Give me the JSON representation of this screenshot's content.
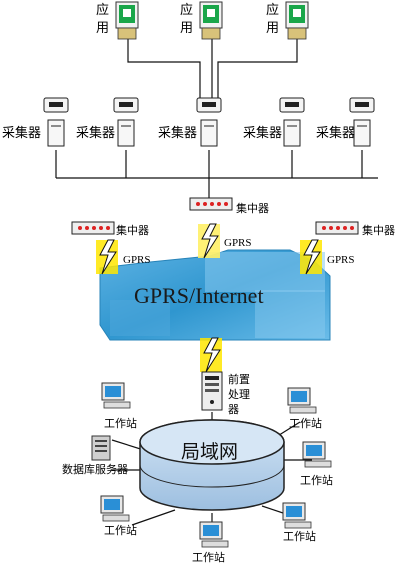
{
  "labels": {
    "app": [
      "应",
      "用"
    ],
    "collector": "采集器",
    "concentrator": "集中器",
    "gprs": "GPRS",
    "network": "GPRS/Internet",
    "front_processor": [
      "前置",
      "处理",
      "器"
    ],
    "lan": "局域网",
    "workstation": "工作站",
    "db_server": "数据库服务器"
  },
  "colors": {
    "line": "#111111",
    "network_blue": "#2f96cf",
    "network_light": "#7fc4ec",
    "lightning_yellow": "#ffe600",
    "app_screen_green": "#1aa64a",
    "app_panel_beige": "#d8c27a",
    "lan_fill": "#b9d3ec"
  },
  "icons": [
    "application-terminal-icon",
    "collector-icon",
    "concentrator-icon",
    "lightning-icon",
    "front-processor-icon",
    "workstation-icon",
    "database-server-icon"
  ]
}
